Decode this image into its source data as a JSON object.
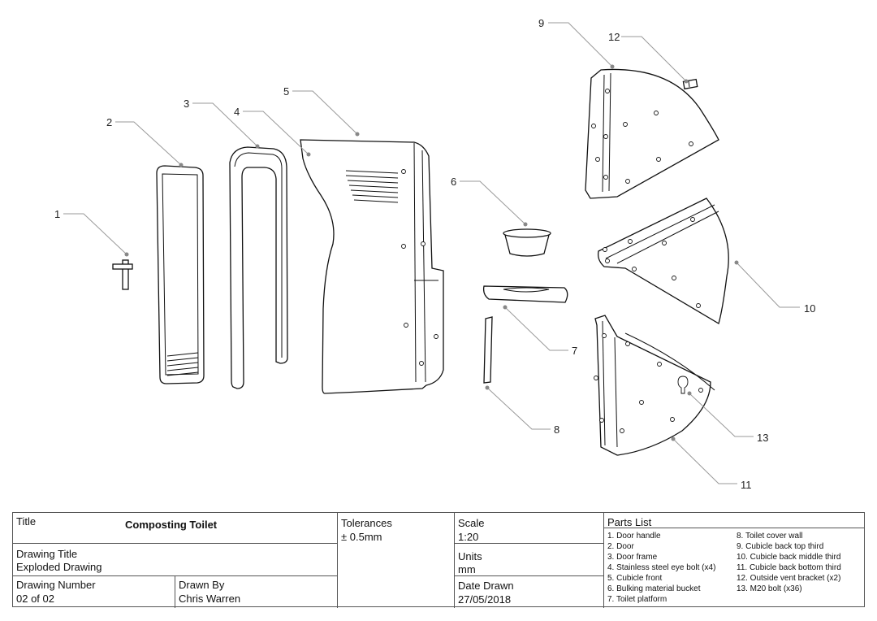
{
  "callouts": [
    "1",
    "2",
    "3",
    "4",
    "5",
    "6",
    "7",
    "8",
    "9",
    "10",
    "11",
    "12",
    "13"
  ],
  "title_block": {
    "title_label": "Title",
    "title_value": "Composting Toilet",
    "tolerances_label": "Tolerances",
    "tolerances_value": "± 0.5mm",
    "scale_label": "Scale",
    "scale_value": "1:20",
    "drawing_title_label": "Drawing Title",
    "drawing_title_value": "Exploded Drawing",
    "units_label": "Units",
    "units_value": "mm",
    "drawing_number_label": "Drawing Number",
    "drawing_number_value": "02 of 02",
    "drawn_by_label": "Drawn By",
    "drawn_by_value": "Chris Warren",
    "date_drawn_label": "Date Drawn",
    "date_drawn_value": "27/05/2018",
    "parts_list_label": "Parts List",
    "parts_left": [
      "1. Door handle",
      "2. Door",
      "3. Door frame",
      "4. Stainless steel eye bolt (x4)",
      "5. Cubicle front",
      "6. Bulking material bucket",
      "7. Toilet platform"
    ],
    "parts_right": [
      "8. Toilet cover wall",
      "9. Cubicle back top third",
      "10. Cubicle back middle third",
      "11. Cubicle back bottom third",
      "12. Outside vent bracket (x2)",
      "13. M20 bolt (x36)"
    ]
  }
}
